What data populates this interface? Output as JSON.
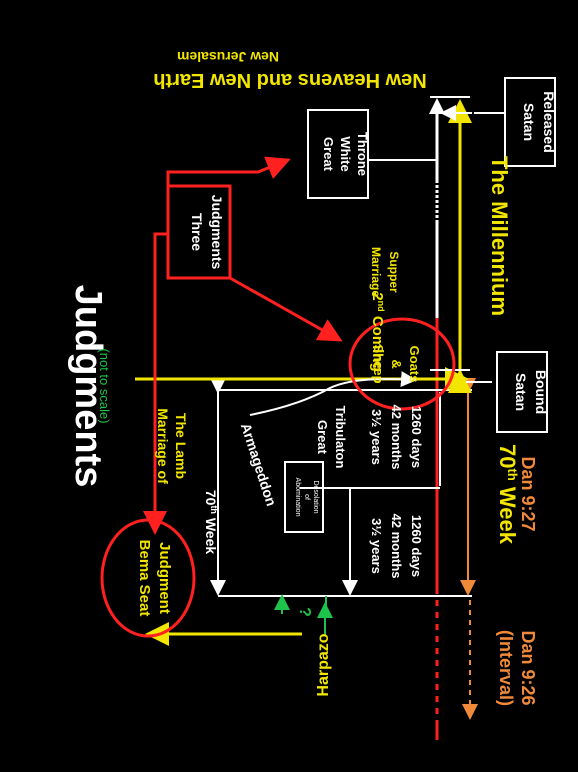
{
  "title": "Judgments",
  "subtitle": "(not to scale)",
  "colors": {
    "background": "#000000",
    "yellow": "#f2e600",
    "red": "#ff2020",
    "green": "#1fc24a",
    "orange": "#f08a3a",
    "white": "#ffffff"
  },
  "labels": {
    "bema_line1": "Bema Seat",
    "bema_line2": "Judgment",
    "marriage_lamb_line1": "Marriage of",
    "marriage_lamb_line2": "The Lamb",
    "week70_top": "70",
    "week70_top_sup": "th",
    "week70_top_rest": " Week",
    "armageddon": "Armageddon",
    "abomination_line1": "Abomination",
    "abomination_line2": "of",
    "abomination_line3": "Desolation",
    "first_half_1": "3½ years",
    "first_half_2": "42 months",
    "first_half_3": "1260 days",
    "great_trib_1": "Great",
    "great_trib_2": "Tribulaton",
    "second_half_1": "3½ years",
    "second_half_2": "42 months",
    "second_half_3": "1260 days",
    "second_coming": "2",
    "second_coming_sup": "nd",
    "second_coming_rest": " Coming",
    "sheep_goats_1": "Sheep",
    "sheep_goats_2": "&",
    "sheep_goats_3": "Goats",
    "marriage_supper_1": "Marriage",
    "marriage_supper_2": "Supper",
    "three_judgments_1": "Three",
    "three_judgments_2": "Judgments",
    "great_white_1": "Great",
    "great_white_2": "White",
    "great_white_3": "Throne",
    "millennium": "The Millennium",
    "new_heavens": "New Heavens and New Earth",
    "new_jerusalem": "New Jerusalem",
    "satan_bound_1": "Satan",
    "satan_bound_2": "Bound",
    "satan_released_1": "Satan",
    "satan_released_2": "Released",
    "week70_bottom": "70",
    "week70_bottom_sup": "th",
    "week70_bottom_rest": " Week",
    "dan927": "Dan 9:27",
    "interval": "(Interval)",
    "dan926": "Dan 9:26",
    "harpazo": "Harpazo",
    "question": "?"
  }
}
